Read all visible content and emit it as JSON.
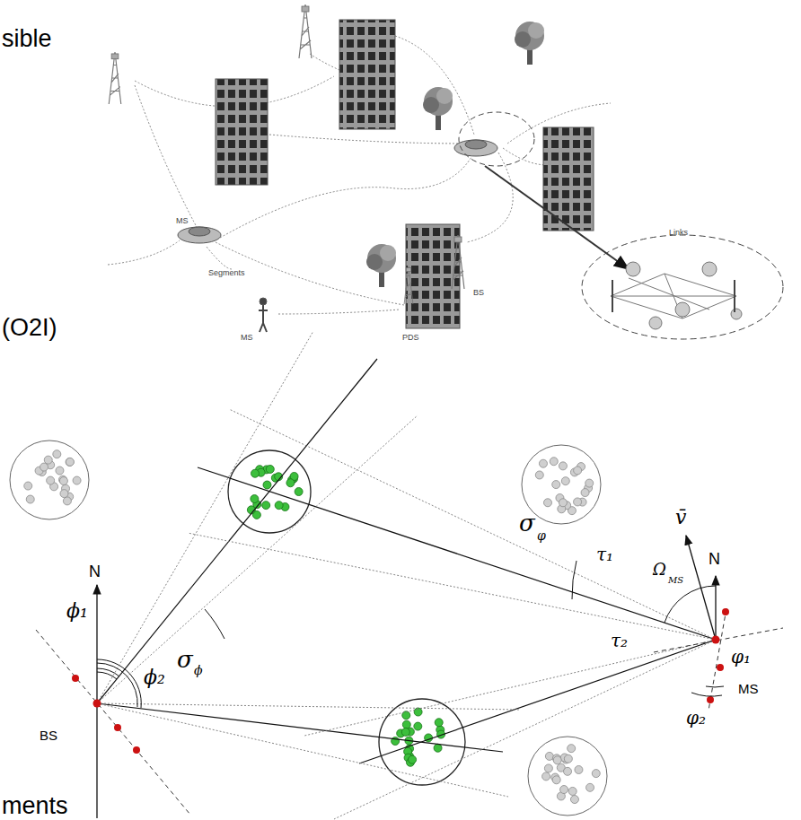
{
  "diagram": {
    "labels": [
      "sible",
      "MS",
      "Segments",
      "PDS",
      "MS",
      "BS",
      "Links",
      "(O2I)",
      "N",
      "ϕ₁",
      "ϕ₂",
      "σ",
      "ϕ",
      "BS",
      "σ",
      "φ",
      "τ₁",
      "N",
      "v̄",
      "Ω",
      "MS",
      "φ₁",
      "MS",
      "φ₂",
      "τ₂",
      "ments"
    ]
  }
}
